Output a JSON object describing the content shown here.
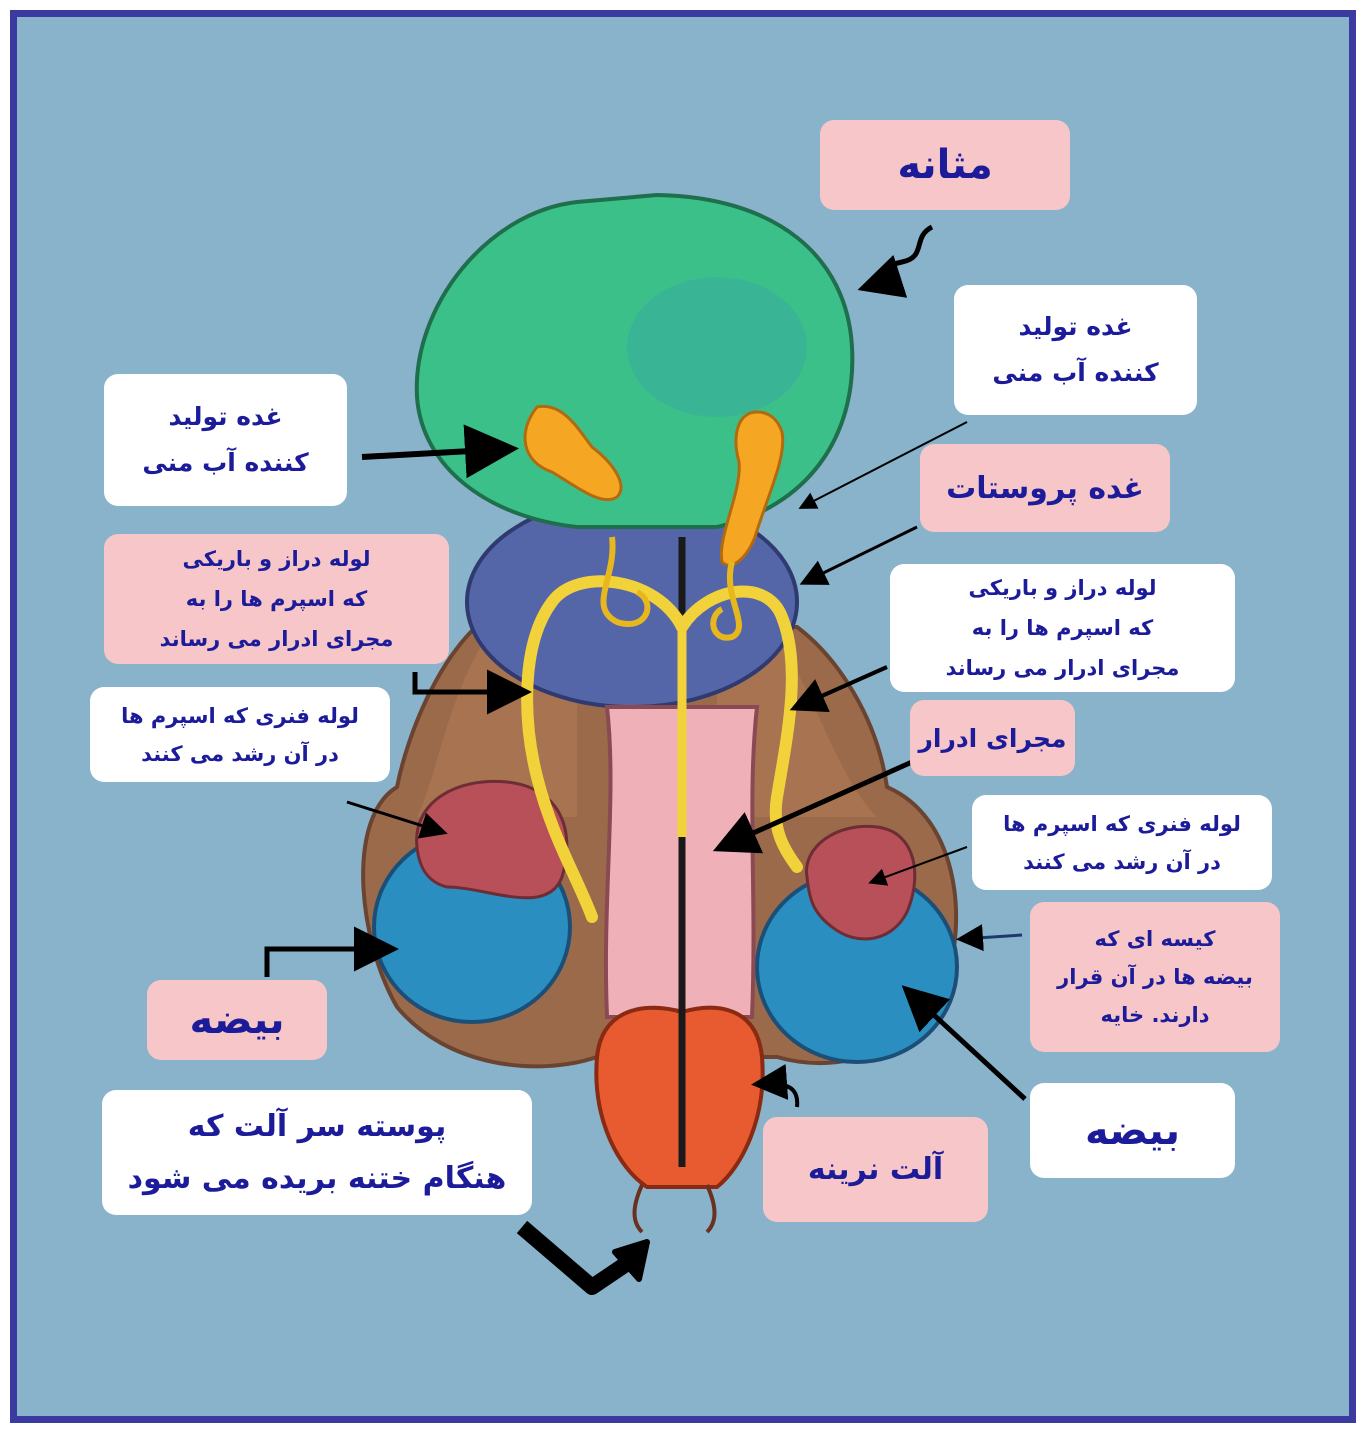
{
  "labels": {
    "bladder": "مثانه",
    "seminal_left": [
      "غده تولید",
      "کننده آب منی"
    ],
    "seminal_right": [
      "غده تولید",
      "کننده آب منی"
    ],
    "prostate": "غده پروستات",
    "vas_left": [
      "لوله دراز و باریکی",
      "که اسپرم ها را به",
      "مجرای ادرار می رساند"
    ],
    "vas_right": [
      "لوله دراز و باریکی",
      "که اسپرم ها را به",
      "مجرای ادرار می رساند"
    ],
    "epididymis_left": [
      "لوله فنری که اسپرم ها",
      "در آن رشد می کنند"
    ],
    "urethra": "مجرای ادرار",
    "epididymis_right": [
      "لوله فنری که اسپرم ها",
      "در آن رشد می کنند"
    ],
    "scrotum": [
      "کیسه ای که",
      "بیضه ها در آن قرار",
      "دارند. خایه"
    ],
    "testis_left": "بیضه",
    "testis_right": "بیضه",
    "foreskin": [
      "پوسته سر آلت که",
      "هنگام ختنه بریده می شود"
    ],
    "penis": "آلت نرینه"
  },
  "colors": {
    "frame_border": "#3a3aa0",
    "background": "#88b3cb",
    "label_pink": "#f6c6c8",
    "label_white": "#ffffff",
    "label_text": "#1c1c9a",
    "bladder": "#3cc08a",
    "seminal_vesicle": "#f5a623",
    "prostate": "#5566a8",
    "scrotum": "#9a6a4a",
    "testis": "#2a8fc0",
    "epididymis": "#b8505a",
    "vas_deferens": "#f2d23a",
    "penis_shaft": "#f0b0b8",
    "glans": "#e85a30"
  }
}
